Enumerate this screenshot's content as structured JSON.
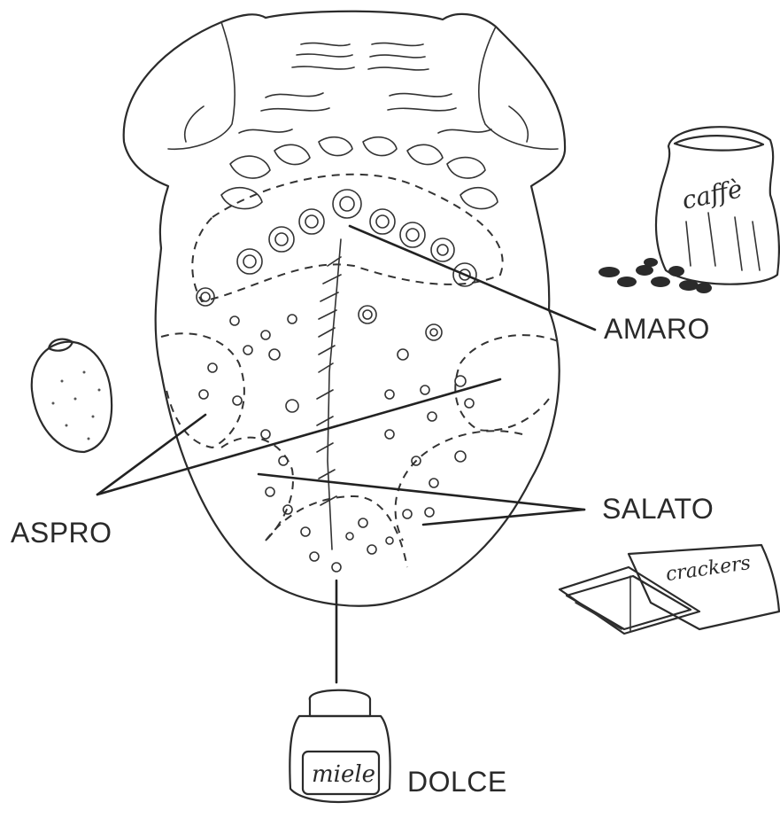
{
  "labels": {
    "bitter": "AMARO",
    "sour": "ASPRO",
    "salty": "SALATO",
    "sweet": "DOLCE"
  },
  "object_labels": {
    "coffee_sack": "caffè",
    "crackers_box": "crackers",
    "honey_jar": "miele"
  },
  "colors": {
    "tongue_fill": "#d9d9d9",
    "object_fill": "#cfcfcf",
    "dark_fill": "#8f8f8f",
    "ink": "#2b2b2b"
  }
}
